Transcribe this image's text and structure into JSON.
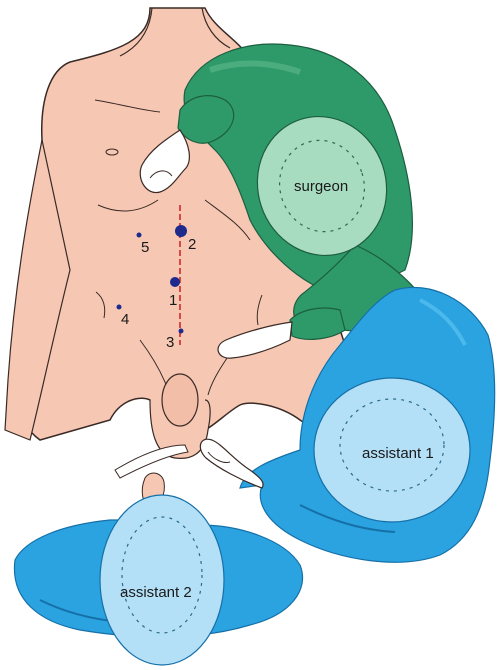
{
  "diagram": {
    "roles": {
      "surgeon": "surgeon",
      "assistant1": "assistant 1",
      "assistant2": "assistant 2"
    },
    "ports": [
      "1",
      "2",
      "3",
      "4",
      "5"
    ],
    "colors": {
      "skin": "#f6c8b4",
      "skin_outline": "#3a2a25",
      "surgeon_gown": "#2e9a6a",
      "surgeon_gown_light": "#5fb98c",
      "surgeon_head": "#a8dcc0",
      "assistant_gown": "#2aa3e0",
      "assistant_gown_dark": "#1670a8",
      "assistant_head": "#b3e0f7",
      "midline": "#cc2a2a",
      "port": "#1e2a8c",
      "glove": "#ffffff"
    }
  }
}
